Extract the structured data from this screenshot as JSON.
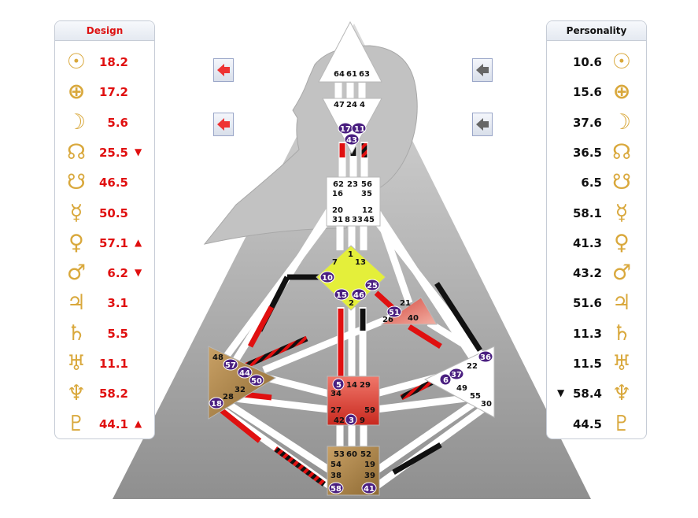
{
  "design": {
    "title": "Design",
    "rows": [
      {
        "icon": "sun-icon",
        "glyph": "☉",
        "value": "18.2",
        "mark": ""
      },
      {
        "icon": "earth-icon",
        "glyph": "⊕",
        "value": "17.2",
        "mark": ""
      },
      {
        "icon": "moon-icon",
        "glyph": "☽",
        "value": "5.6",
        "mark": ""
      },
      {
        "icon": "north-node-icon",
        "glyph": "☊",
        "value": "25.5",
        "mark": "▼"
      },
      {
        "icon": "south-node-icon",
        "glyph": "☋",
        "value": "46.5",
        "mark": ""
      },
      {
        "icon": "mercury-icon",
        "glyph": "☿",
        "value": "50.5",
        "mark": ""
      },
      {
        "icon": "venus-icon",
        "glyph": "♀",
        "value": "57.1",
        "mark": "▲"
      },
      {
        "icon": "mars-icon",
        "glyph": "♂",
        "value": "6.2",
        "mark": "▼"
      },
      {
        "icon": "jupiter-icon",
        "glyph": "♃",
        "value": "3.1",
        "mark": ""
      },
      {
        "icon": "saturn-icon",
        "glyph": "♄",
        "value": "5.5",
        "mark": ""
      },
      {
        "icon": "uranus-icon",
        "glyph": "♅",
        "value": "11.1",
        "mark": ""
      },
      {
        "icon": "neptune-icon",
        "glyph": "♆",
        "value": "58.2",
        "mark": ""
      },
      {
        "icon": "pluto-icon",
        "glyph": "♇",
        "value": "44.1",
        "mark": "▲"
      }
    ]
  },
  "personality": {
    "title": "Personality",
    "rows": [
      {
        "icon": "sun-icon",
        "glyph": "☉",
        "value": "10.6",
        "mark": ""
      },
      {
        "icon": "earth-icon",
        "glyph": "⊕",
        "value": "15.6",
        "mark": ""
      },
      {
        "icon": "moon-icon",
        "glyph": "☽",
        "value": "37.6",
        "mark": ""
      },
      {
        "icon": "north-node-icon",
        "glyph": "☊",
        "value": "36.5",
        "mark": ""
      },
      {
        "icon": "south-node-icon",
        "glyph": "☋",
        "value": "6.5",
        "mark": ""
      },
      {
        "icon": "mercury-icon",
        "glyph": "☿",
        "value": "58.1",
        "mark": ""
      },
      {
        "icon": "venus-icon",
        "glyph": "♀",
        "value": "41.3",
        "mark": ""
      },
      {
        "icon": "mars-icon",
        "glyph": "♂",
        "value": "43.2",
        "mark": ""
      },
      {
        "icon": "jupiter-icon",
        "glyph": "♃",
        "value": "51.6",
        "mark": ""
      },
      {
        "icon": "saturn-icon",
        "glyph": "♄",
        "value": "11.3",
        "mark": ""
      },
      {
        "icon": "uranus-icon",
        "glyph": "♅",
        "value": "11.5",
        "mark": ""
      },
      {
        "icon": "neptune-icon",
        "glyph": "♆",
        "value": "58.4",
        "mark": "▼"
      },
      {
        "icon": "pluto-icon",
        "glyph": "♇",
        "value": "44.5",
        "mark": ""
      }
    ]
  },
  "controls": {
    "design_arrows": {
      "icon": "arrow-left-icon",
      "color": "#ee3333"
    },
    "personality_arrows": {
      "icon": "arrow-left-icon",
      "color": "#666666"
    }
  },
  "colors": {
    "design": "#e01010",
    "personality": "#111111",
    "glyph": "#d9a83c",
    "activation_badge": "#4a1f80"
  },
  "bodygraph": {
    "centers": [
      {
        "id": "head",
        "shape": "triangle",
        "color": "#ffffff",
        "defined": false,
        "gates": [
          "64",
          "61",
          "63"
        ]
      },
      {
        "id": "ajna",
        "shape": "triangle",
        "color": "#ffffff",
        "defined": false,
        "gates": [
          "47",
          "24",
          "4",
          "17",
          "43",
          "11"
        ]
      },
      {
        "id": "throat",
        "shape": "square",
        "color": "#ffffff",
        "defined": false,
        "gates": [
          "62",
          "23",
          "56",
          "16",
          "35",
          "20",
          "12",
          "31",
          "8",
          "33",
          "45"
        ]
      },
      {
        "id": "g",
        "shape": "diamond",
        "color": "#e8ef3a",
        "defined": true,
        "gates": [
          "1",
          "7",
          "13",
          "10",
          "25",
          "15",
          "46",
          "2"
        ]
      },
      {
        "id": "heart",
        "shape": "triangle",
        "color": "#e8786a",
        "defined": true,
        "gates": [
          "21",
          "51",
          "26",
          "40"
        ]
      },
      {
        "id": "spleen",
        "shape": "triangle",
        "color": "#b48a4c",
        "defined": true,
        "gates": [
          "48",
          "57",
          "44",
          "50",
          "32",
          "28",
          "18"
        ]
      },
      {
        "id": "solar-plexus",
        "shape": "triangle",
        "color": "#ffffff",
        "defined": false,
        "gates": [
          "36",
          "22",
          "37",
          "6",
          "49",
          "55",
          "30"
        ]
      },
      {
        "id": "sacral",
        "shape": "square",
        "color": "#e03a2e",
        "defined": true,
        "gates": [
          "5",
          "14",
          "29",
          "34",
          "27",
          "59",
          "42",
          "3",
          "9"
        ]
      },
      {
        "id": "root",
        "shape": "square",
        "color": "#b48a4c",
        "defined": true,
        "gates": [
          "53",
          "60",
          "52",
          "54",
          "19",
          "38",
          "39",
          "58",
          "41"
        ]
      }
    ],
    "activated_gates": [
      "17",
      "11",
      "43",
      "10",
      "25",
      "51",
      "15",
      "46",
      "57",
      "44",
      "50",
      "18",
      "5",
      "3",
      "36",
      "37",
      "6",
      "58",
      "41"
    ]
  }
}
